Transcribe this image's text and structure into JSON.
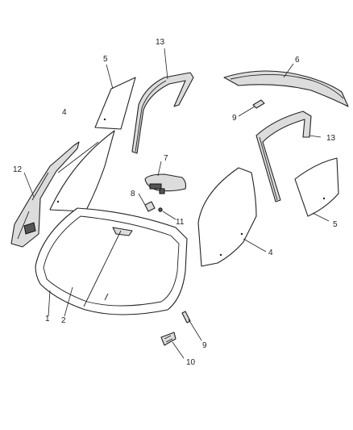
{
  "callouts": {
    "windshield_outer": "1",
    "windshield_inner": "2",
    "front_door_glass_left": "4",
    "front_door_glass_right": "4",
    "quarter_glass_left": "5",
    "quarter_glass_right": "5",
    "backlight": "6",
    "mirror": "7",
    "button": "8",
    "clip_top": "9",
    "clip_bottom": "9",
    "bracket": "10",
    "pin": "11",
    "weatherstrip": "12",
    "channel_left": "13",
    "channel_right": "13"
  }
}
